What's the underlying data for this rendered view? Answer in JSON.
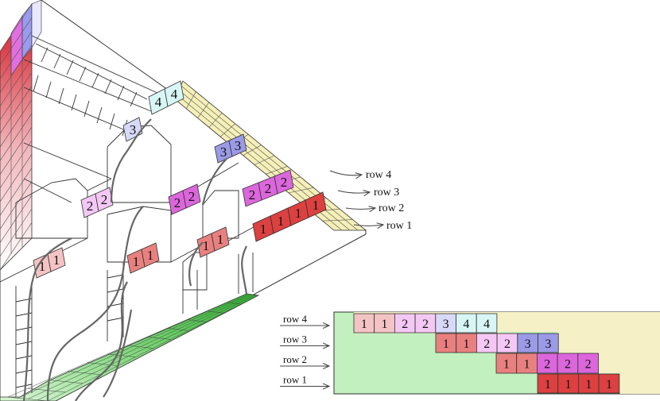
{
  "colors": {
    "grid_line": "#222222",
    "wall_gradient": [
      "#ffffff",
      "#f4c2c6",
      "#e07a80",
      "#d62f3a"
    ],
    "wall_top": [
      "#e070e0",
      "#9b9bee",
      "#e8e8ff"
    ],
    "floor_green": "#33bb33",
    "floor_green_light": "#bfeebb",
    "top_yellow": "#f5efb8",
    "top_yellow_dark": "#d6c93e",
    "cyan_cell": "#d8f6f6",
    "lavender_cell": "#d8d8f8",
    "pink_light_cell": "#f4c8f4",
    "pink_cell": "#f4c4c4",
    "red_light_cell": "#e98080",
    "red_cell": "#dd4040",
    "magenta_cell": "#dc66dc",
    "blue_cell": "#9a9ae6",
    "bg_green": "#c2f0be",
    "bg_yellow": "#f6f0c6"
  },
  "diagram": {
    "row_labels_3d": [
      "row 4",
      "row 3",
      "row 2",
      "row 1"
    ],
    "blocks_3d": [
      {
        "label": [
          "4",
          "4"
        ],
        "color": "cyan_cell"
      },
      {
        "label": [
          "3"
        ],
        "color": "lavender_cell"
      },
      {
        "label": [
          "3",
          "3"
        ],
        "color": "blue_cell"
      },
      {
        "label": [
          "2",
          "2"
        ],
        "color": "pink_light_cell"
      },
      {
        "label": [
          "2",
          "2"
        ],
        "color": "magenta_cell"
      },
      {
        "label": [
          "2",
          "2",
          "2"
        ],
        "color": "magenta_cell"
      },
      {
        "label": [
          "1",
          "1"
        ],
        "color": "pink_cell"
      },
      {
        "label": [
          "1",
          "1"
        ],
        "color": "red_light_cell"
      },
      {
        "label": [
          "1",
          "1"
        ],
        "color": "red_light_cell"
      },
      {
        "label": [
          "1",
          "1",
          "1",
          "1"
        ],
        "color": "red_cell"
      }
    ]
  },
  "table": {
    "rows": [
      {
        "label": "row 4",
        "cells": [
          {
            "v": "1",
            "c": "pink_cell"
          },
          {
            "v": "1",
            "c": "pink_cell"
          },
          {
            "v": "2",
            "c": "pink_light_cell"
          },
          {
            "v": "2",
            "c": "pink_light_cell"
          },
          {
            "v": "3",
            "c": "lavender_cell"
          },
          {
            "v": "4",
            "c": "cyan_cell"
          },
          {
            "v": "4",
            "c": "cyan_cell"
          }
        ]
      },
      {
        "label": "row 3",
        "cells": [
          {
            "v": "1",
            "c": "red_light_cell"
          },
          {
            "v": "1",
            "c": "red_light_cell"
          },
          {
            "v": "2",
            "c": "pink_light_cell"
          },
          {
            "v": "2",
            "c": "pink_light_cell"
          },
          {
            "v": "3",
            "c": "blue_cell"
          },
          {
            "v": "3",
            "c": "blue_cell"
          }
        ]
      },
      {
        "label": "row 2",
        "cells": [
          {
            "v": "1",
            "c": "red_light_cell"
          },
          {
            "v": "1",
            "c": "red_light_cell"
          },
          {
            "v": "2",
            "c": "magenta_cell"
          },
          {
            "v": "2",
            "c": "magenta_cell"
          },
          {
            "v": "2",
            "c": "magenta_cell"
          }
        ]
      },
      {
        "label": "row 1",
        "cells": [
          {
            "v": "1",
            "c": "red_cell"
          },
          {
            "v": "1",
            "c": "red_cell"
          },
          {
            "v": "1",
            "c": "red_cell"
          },
          {
            "v": "1",
            "c": "red_cell"
          }
        ]
      }
    ]
  }
}
